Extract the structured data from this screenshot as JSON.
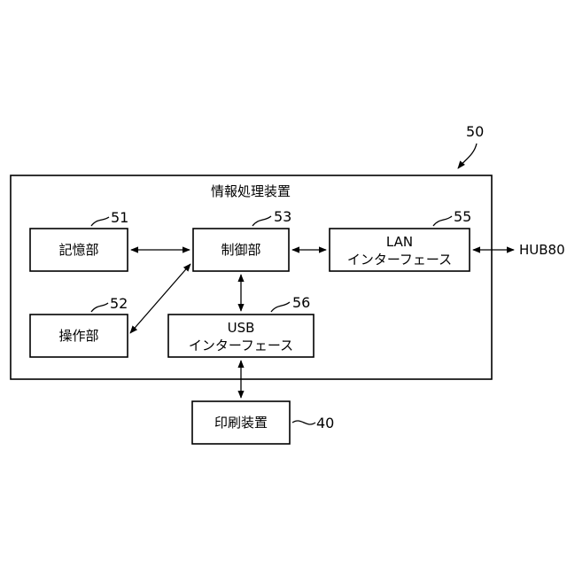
{
  "diagram": {
    "outer": {
      "ref": "50",
      "title": "情報処理装置"
    },
    "storage": {
      "label": "記憶部",
      "ref": "51"
    },
    "operation": {
      "label": "操作部",
      "ref": "52"
    },
    "control": {
      "label": "制御部",
      "ref": "53"
    },
    "lan": {
      "line1": "LAN",
      "line2": "インターフェース",
      "ref": "55"
    },
    "usb": {
      "line1": "USB",
      "line2": "インターフェース",
      "ref": "56"
    },
    "printer": {
      "label": "印刷装置",
      "ref": "40"
    },
    "hub": {
      "label": "HUB80"
    }
  }
}
